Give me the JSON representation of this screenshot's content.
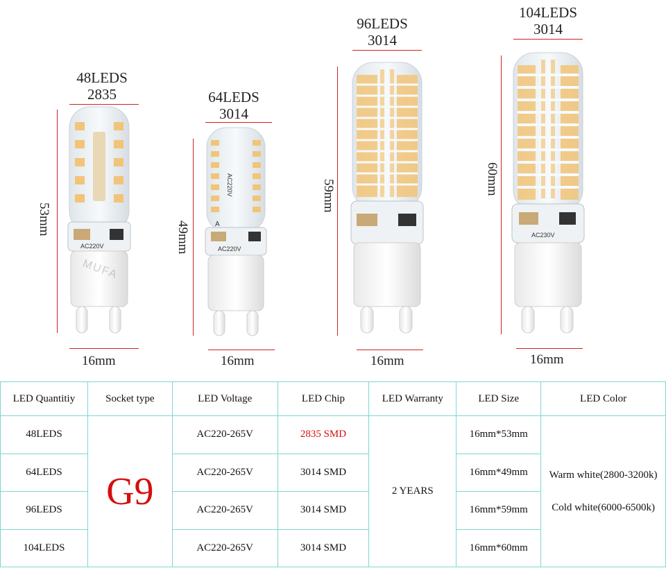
{
  "bulbs": [
    {
      "leds": "48LEDS",
      "chip": "2835",
      "height": "53mm",
      "width": "16mm"
    },
    {
      "leds": "64LEDS",
      "chip": "3014",
      "height": "49mm",
      "width": "16mm",
      "body_a": "AC220V",
      "body_b": "AC220V",
      "body_c": "A"
    },
    {
      "leds": "96LEDS",
      "chip": "3014",
      "height": "59mm",
      "width": "16mm"
    },
    {
      "leds": "104LEDS",
      "chip": "3014",
      "height": "60mm",
      "width": "16mm",
      "body_a": "AC230V"
    }
  ],
  "bulb1_label": "AC220V",
  "watermark": "MUFA",
  "table": {
    "headers": [
      "LED Quantitiy",
      "Socket type",
      "LED Voltage",
      "LED Chip",
      "LED  Warranty",
      "LED Size",
      "LED Color"
    ],
    "socket": "G9",
    "warranty": "2 YEARS",
    "colors": [
      "Warm white(2800-3200k)",
      "Cold white(6000-6500k)"
    ],
    "rows": [
      {
        "qty": "48LEDS",
        "voltage": "AC220-265V",
        "chip": "2835 SMD",
        "size": "16mm*53mm"
      },
      {
        "qty": "64LEDS",
        "voltage": "AC220-265V",
        "chip": "3014 SMD",
        "size": "16mm*49mm"
      },
      {
        "qty": "96LEDS",
        "voltage": "AC220-265V",
        "chip": "3014 SMD",
        "size": "16mm*59mm"
      },
      {
        "qty": "104LEDS",
        "voltage": "AC220-265V",
        "chip": "3014 SMD",
        "size": "16mm*60mm"
      }
    ],
    "highlight_color": "#d40f0f",
    "border_color": "#7fd6cf"
  }
}
